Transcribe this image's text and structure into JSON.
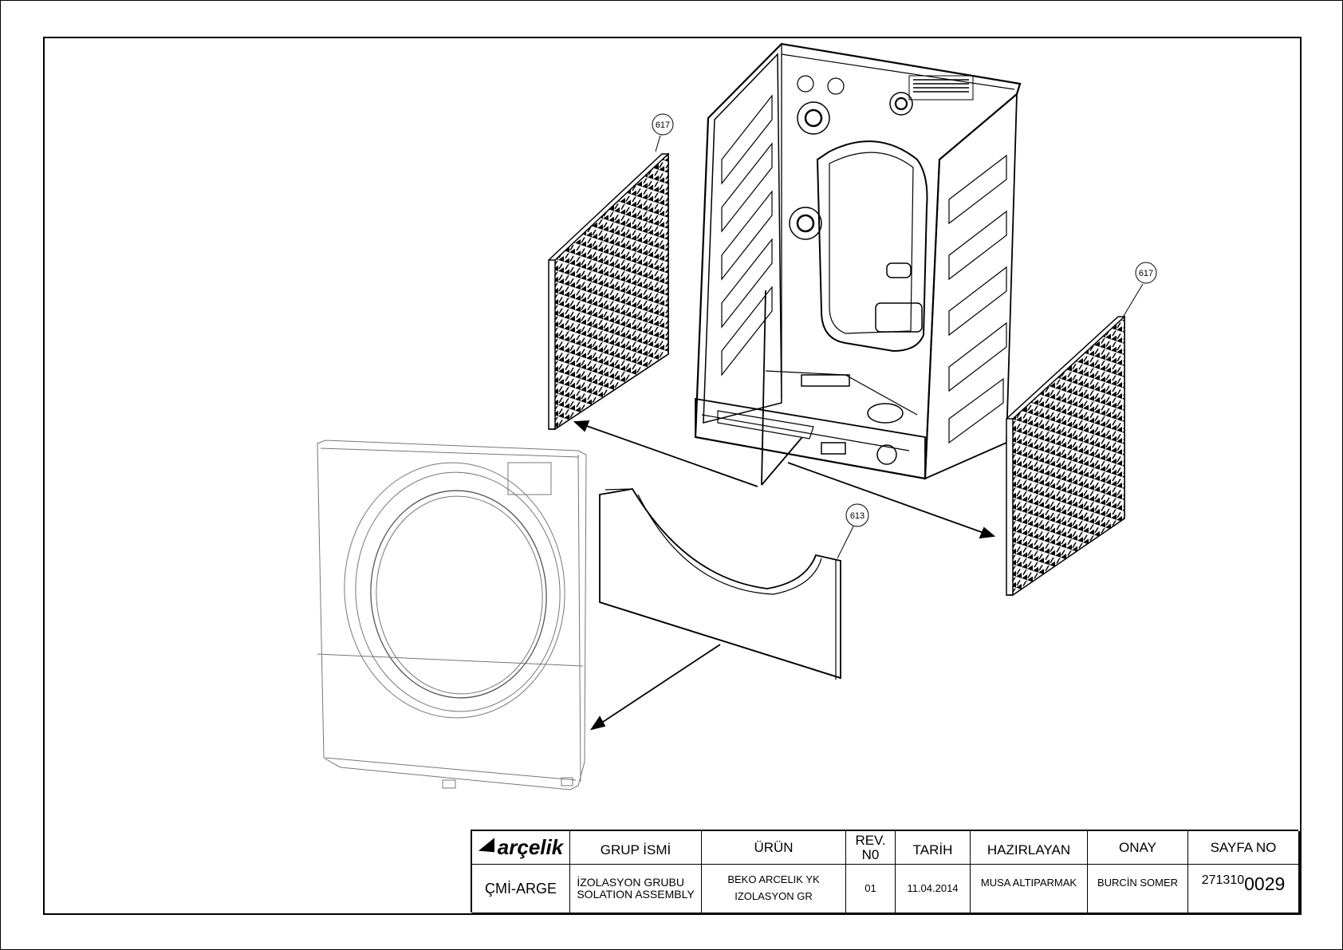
{
  "callouts": {
    "left_panel": "617",
    "right_panel": "617",
    "front_pad": "613"
  },
  "title_block": {
    "logo_text": "arçelik",
    "headers": {
      "group_name": "GRUP İSMİ",
      "product": "ÜRÜN",
      "rev_no_line1": "REV.",
      "rev_no_line2": "N0",
      "date": "TARİH",
      "prepared_by": "HAZIRLAYAN",
      "approval": "ONAY",
      "page_no": "SAYFA NO"
    },
    "values": {
      "department": "ÇMİ-ARGE",
      "group_name_line1": "İZOLASYON GRUBU",
      "group_name_line2": "SOLATION ASSEMBLY",
      "product_line1": "BEKO ARCELIK YK",
      "product_line2": "IZOLASYON GR",
      "rev_no": "01",
      "date": "11.04.2014",
      "prepared_by": "MUSA ALTIPARMAK",
      "approval": "BURCİN SOMER",
      "page_no_prefix": "271310",
      "page_no_suffix": "0029"
    }
  }
}
